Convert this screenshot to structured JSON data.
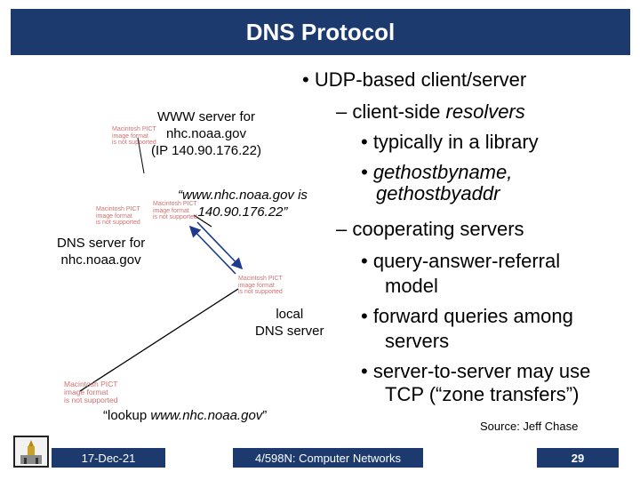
{
  "slide": {
    "title": "DNS Protocol",
    "bullets": {
      "b1": "•  UDP-based client/server",
      "b2": "– client-side resolvers",
      "b3": "• typically in a library",
      "b4a": "• gethostbyname,",
      "b4b": "gethostbyaddr",
      "b5": "– cooperating servers",
      "b6a": "• query-answer-referral",
      "b6b": "model",
      "b7a": "• forward queries among",
      "b7b": "servers",
      "b8a": "• server-to-server may use",
      "b8b": "TCP (“zone transfers”)"
    },
    "source": "Source: Jeff Chase"
  },
  "diagram": {
    "www_server": [
      "WWW server for",
      "nhc.noaa.gov",
      "(IP 140.90.176.22)"
    ],
    "dns_server": [
      "DNS server for",
      "nhc.noaa.gov"
    ],
    "answer": [
      "“www.nhc.noaa.gov is",
      "140.90.176.22”"
    ],
    "local_dns": [
      "local",
      "DNS server"
    ],
    "lookup": "“lookup www.nhc.noaa.gov”",
    "pict_placeholder": [
      "Macintosh PICT",
      "image format",
      "is not supported"
    ]
  },
  "footer": {
    "date": "17-Dec-21",
    "course": "4/598N: Computer Networks",
    "page": "29"
  },
  "colors": {
    "title_bg": "#1d3a6e",
    "arrow_blue": "#1d3a8e",
    "pict_text": "#d27070"
  }
}
